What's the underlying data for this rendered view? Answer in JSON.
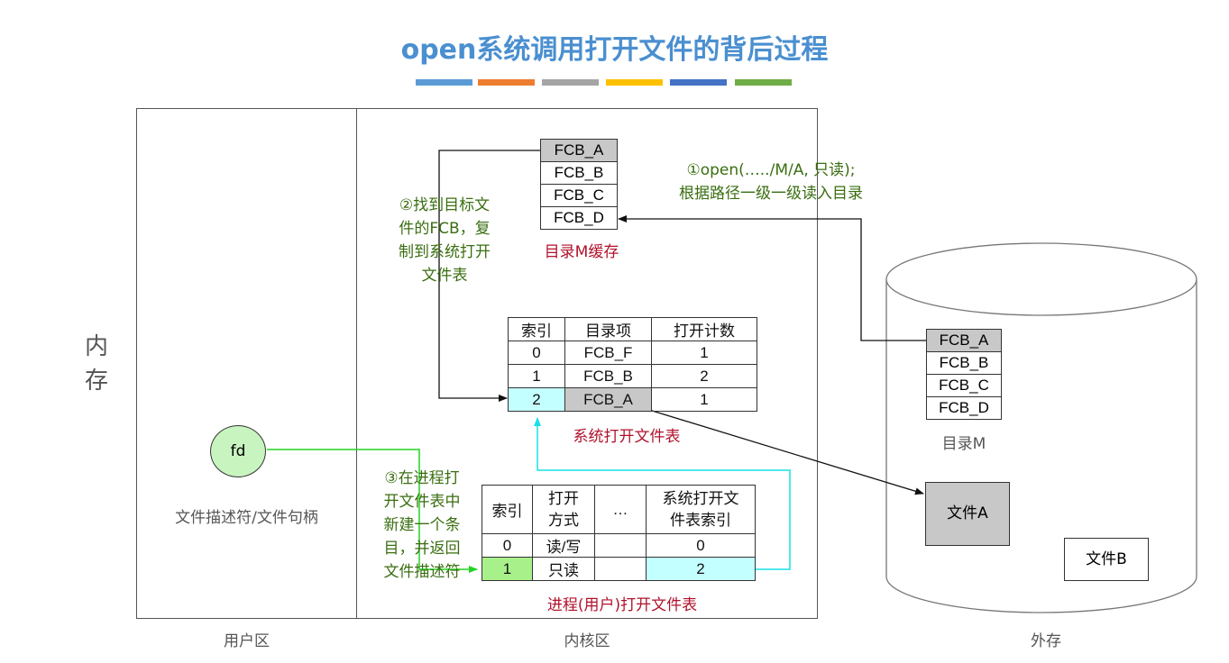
{
  "title": "open系统调用打开文件的背后过程",
  "color_bars": [
    "#5b9bd5",
    "#ed7d31",
    "#a5a5a5",
    "#ffc000",
    "#4472c4",
    "#70ad47"
  ],
  "memory_label": "内存",
  "regions": {
    "user": "用户区",
    "kernel": "内核区",
    "external": "外存"
  },
  "fd": {
    "label": "fd",
    "caption": "文件描述符/文件句柄"
  },
  "dir_cache": {
    "entries": [
      "FCB_A",
      "FCB_B",
      "FCB_C",
      "FCB_D"
    ],
    "caption": "目录M缓存"
  },
  "step1": [
    "①open(…../M/A, 只读);",
    "根据路径一级一级读入目录"
  ],
  "step2": [
    "②找到目标文",
    "件的FCB，复",
    "制到系统打开",
    "文件表"
  ],
  "step3": [
    "③在进程打",
    "开文件表中",
    "新建一个条",
    "目，并返回",
    "文件描述符"
  ],
  "system_table": {
    "headers": [
      "索引",
      "目录项",
      "打开计数"
    ],
    "rows": [
      [
        "0",
        "FCB_F",
        "1"
      ],
      [
        "1",
        "FCB_B",
        "2"
      ],
      [
        "2",
        "FCB_A",
        "1"
      ]
    ],
    "caption": "系统打开文件表"
  },
  "process_table": {
    "headers": [
      "索引",
      "打开\n方式",
      "…",
      "系统打开文\n件表索引"
    ],
    "rows": [
      [
        "0",
        "读/写",
        "",
        "0"
      ],
      [
        "1",
        "只读",
        "",
        "2"
      ]
    ],
    "caption": "进程(用户)打开文件表"
  },
  "disk_dir": {
    "entries": [
      "FCB_A",
      "FCB_B",
      "FCB_C",
      "FCB_D"
    ],
    "caption": "目录M"
  },
  "files": {
    "a": "文件A",
    "b": "文件B"
  }
}
